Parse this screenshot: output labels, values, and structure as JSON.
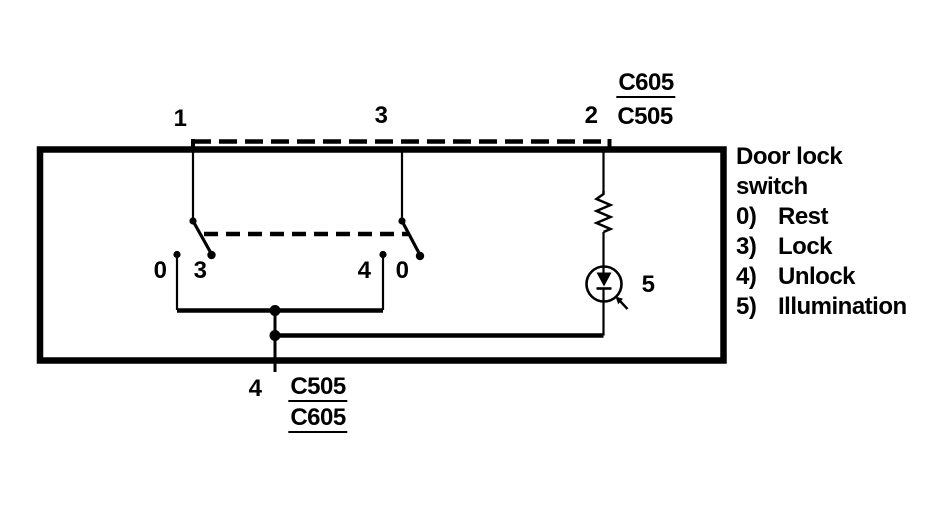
{
  "colors": {
    "ink": "#000000",
    "paper": "#ffffff"
  },
  "pins": {
    "pin1": "1",
    "pin3": "3",
    "pin2": "2",
    "pin4": "4"
  },
  "connector_top": {
    "top_code": "C605",
    "bottom_code": "C505"
  },
  "connector_bottom": {
    "top_code": "C505",
    "bottom_code": "C605"
  },
  "contact_labels": {
    "left_rest": "0",
    "left_lock": "3",
    "right_unlock": "4",
    "right_rest": "0",
    "illumination": "5"
  },
  "legend": {
    "title_line1": "Door lock",
    "title_line2": "switch",
    "items": [
      {
        "key": "0)",
        "label": "Rest"
      },
      {
        "key": "3)",
        "label": "Lock"
      },
      {
        "key": "4)",
        "label": "Unlock"
      },
      {
        "key": "5)",
        "label": "Illumination"
      }
    ]
  },
  "symbols": {
    "housing": "switch-housing-box",
    "mechanical_link": "dashed-linkage-line",
    "resistor": "resistor-zigzag",
    "led": "led-circle-with-emission-arrow"
  }
}
